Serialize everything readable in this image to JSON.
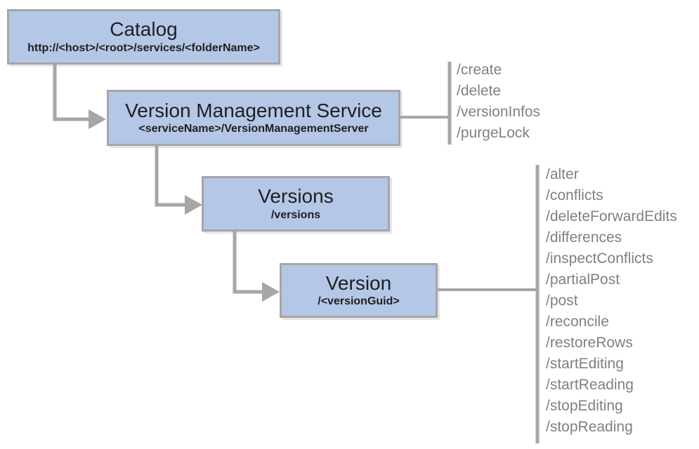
{
  "diagram": {
    "nodes": {
      "catalog": {
        "title": "Catalog",
        "subtitle": "http://<host>/<root>/services/<folderName>"
      },
      "vms": {
        "title": "Version Management Service",
        "subtitle": "<serviceName>/VersionManagementServer"
      },
      "versions": {
        "title": "Versions",
        "subtitle": "/versions"
      },
      "version": {
        "title": "Version",
        "subtitle": "/<versionGuid>"
      }
    },
    "vms_operations": [
      "/create",
      "/delete",
      "/versionInfos",
      "/purgeLock"
    ],
    "version_operations": [
      "/alter",
      "/conflicts",
      "/deleteForwardEdits",
      "/differences",
      "/inspectConflicts",
      "/partialPost",
      "/post",
      "/reconcile",
      "/restoreRows",
      "/startEditing",
      "/startReading",
      "/stopEditing",
      "/stopReading"
    ],
    "colors": {
      "node_fill": "#b4c7e7",
      "node_border": "#a6a6a6",
      "connector": "#a6a6a6",
      "operation_text": "#808080",
      "title_text": "#1f1f1f"
    }
  }
}
